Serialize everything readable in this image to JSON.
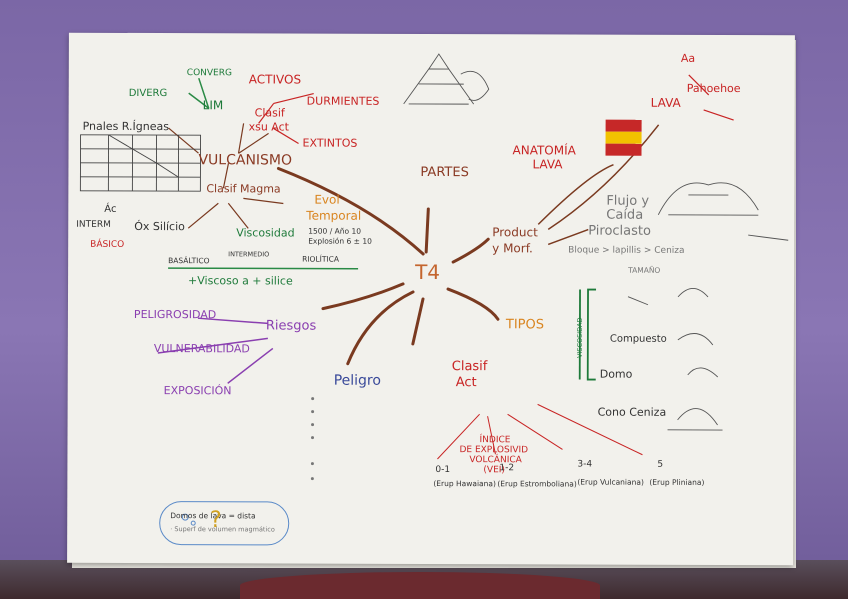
{
  "central": "T4",
  "volcanismo": {
    "title": "VULCANISMO",
    "clasif_magma": "Clasif Magma",
    "acidos": "Ác",
    "intermedio": "INTERM",
    "basico": "BÁSICO",
    "oxido": "Óx Silício",
    "viscosidad": "Viscosidad",
    "basaltico": "BASÁLTICO",
    "intermedio_label": "INTERMEDIO",
    "riolitica": "RIOLÍTICA",
    "viscoso_line": "+Viscoso a + silice",
    "evol": "Evol",
    "temporal": "Temporal",
    "dates": "1500 / Año 10",
    "dates2": "Explosión 6 ± 10",
    "pnales": "Pnales R.Ígneas",
    "lim": "LIM",
    "diverg": "DIVERG",
    "converg": "CONVERG",
    "activos": "ACTIVOS",
    "clasif_act": "Clasif",
    "xsu_act": "xsu Act",
    "durmientes": "DURMIENTES",
    "extintos": "EXTINTOS"
  },
  "partes": {
    "title": "PARTES"
  },
  "anatomia": {
    "title": "ANATOMÍA",
    "title2": "LAVA"
  },
  "lava": {
    "title": "LAVA",
    "aa": "Aa",
    "pahoehoe": "Pahoehoe"
  },
  "productos": {
    "title": "Product",
    "title2": "y Morf.",
    "flujo": "Flujo y",
    "caida": "Caída",
    "piroclasto": "Piroclasto",
    "tamano": "TAMAÑO",
    "bloque": "Bloque > lapillis > Ceniza"
  },
  "tipos": {
    "title": "TIPOS",
    "compuesto": "Compuesto",
    "domo": "Domo",
    "cono_ceniza": "Cono Ceniza",
    "viscosidad_side": "VISCOSIDAD"
  },
  "riesgos": {
    "title": "Riesgos",
    "peligrosidad": "PELIGROSIDAD",
    "vulnerabilidad": "VULNERABILIDAD",
    "exposicion": "EXPOSICIÓN"
  },
  "peligro": {
    "title": "Peligro"
  },
  "clasif_act": {
    "title": "Clasif",
    "title2": "Act",
    "indice": "ÍNDICE",
    "explosividad": "DE EXPLOSIVID",
    "volcanica": "VOLCÁNICA",
    "vei": "(VEI)",
    "c0": "0-1",
    "c1": "1-2",
    "c2": "3-4",
    "c3": "5",
    "erup_hawaiana": "(Erup Hawaiana)",
    "erup_estromboliana": "(Erup Estromboliana)",
    "erup_vulcaniana": "(Erup Vulcaniana)",
    "erup_pliniana": "(Erup Pliniana)"
  },
  "cloud": {
    "line1": "Domos de lava = dista",
    "line2": "· Superf de volumen magmático"
  }
}
